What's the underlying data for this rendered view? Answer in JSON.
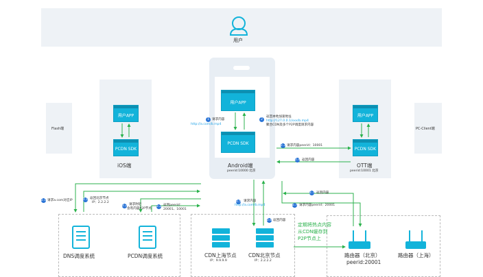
{
  "user": {
    "label": "用户"
  },
  "clients": {
    "flash": "Flash端",
    "pc": "PC-Client端",
    "ios": {
      "app": "用户APP",
      "sdk": "PCDN SDK",
      "name": "iOS端"
    },
    "android": {
      "app": "用户APP",
      "sdk": "PCDN SDK",
      "name": "Android端",
      "peer": "peerid:10000 北京"
    },
    "ott": {
      "app": "用户APP",
      "sdk": "PCDN SDK",
      "name": "OTT端",
      "peer": "peerid:10001 北京"
    }
  },
  "steps": {
    "s1": {
      "num": "1",
      "text": "请求内容",
      "url": "http://a.com/b.mp4"
    },
    "s2": {
      "num": "2",
      "line1": "返回本地加速地址",
      "line2": "http://127.0.0.1/xxx/b.mp4",
      "line3": "聚合CDN及多个P2P调度请求内容"
    },
    "s2_3": {
      "num": "2.3",
      "text": "请求内容peerid：10001"
    },
    "s2_4": {
      "num": "2.4",
      "text": "返回内容"
    },
    "s2_1": {
      "num": "2.1",
      "text": "请求a.com对应IP"
    },
    "s2_1b": {
      "num": "2.1",
      "line1": "返回北京节点",
      "line2": "IP：2.2.2.2"
    },
    "s2_2": {
      "num": "2.2",
      "line1": "请求附近",
      "line2": "含有内容P2P节点"
    },
    "s2_2b": {
      "num": "2.2",
      "line1": "返回peerid：",
      "line2": "20001、10001"
    },
    "s2_5": {
      "num": "2.5",
      "line1": "请求内容",
      "line2": "http://a.com/b.mp4"
    },
    "s2_6": {
      "num": "2.6",
      "text": "返回内容"
    },
    "s2_7": {
      "num": "2.7",
      "text": "返回内容"
    },
    "s2_7b": {
      "num": "2.7",
      "text": "请求内容peerid：20001"
    }
  },
  "bottom": {
    "dns": "DNS调度系统",
    "pcdn": "PCDN调度系统",
    "cdn_sh": {
      "name": "CDN上海节点",
      "ip": "IP：9.9.9.9"
    },
    "cdn_bj": {
      "name": "CDN北京节点",
      "ip": "IP：2.2.2.2"
    },
    "hot_note": [
      "定期将热点内容",
      "从CDN缓存到",
      "P2P节点上"
    ],
    "router_bj": {
      "name": "路由器（北京）",
      "peer": "peerid:20001"
    },
    "router_sh": {
      "name": "路由器（上海）"
    }
  },
  "colors": {
    "accent": "#12b3da",
    "arrow": "#2bb24c",
    "step": "#2a74d6",
    "link": "#1da1e6"
  }
}
